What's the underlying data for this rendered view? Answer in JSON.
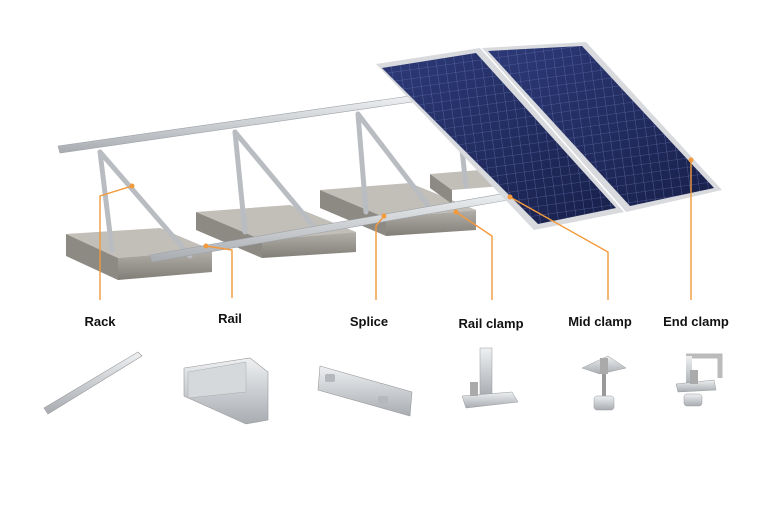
{
  "labels": {
    "rack": "Rack",
    "rail": "Rail",
    "splice": "Splice",
    "rail_clamp": "Rail clamp",
    "mid_clamp": "Mid clamp",
    "end_clamp": "End clamp"
  },
  "colors": {
    "leader": "#f39a3c",
    "panel": "#1f2a5c",
    "aluminum": "#c9ccd0",
    "concrete": "#9a9690"
  }
}
